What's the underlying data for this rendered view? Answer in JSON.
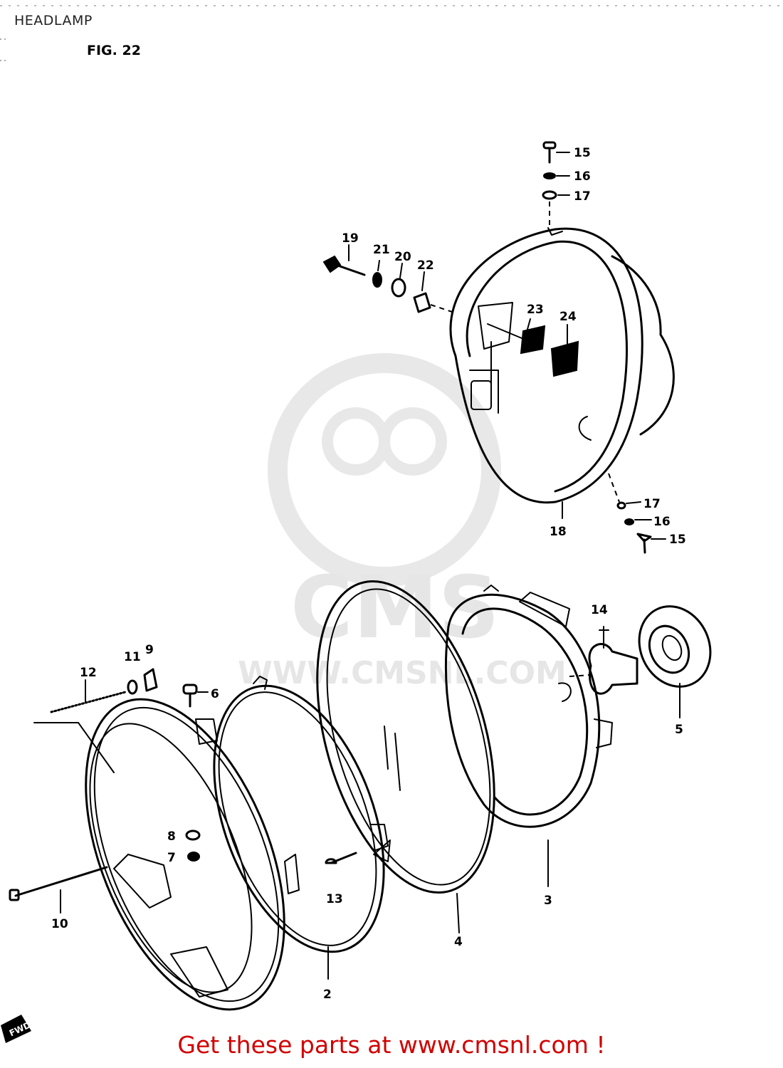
{
  "page": {
    "title": "HEADLAMP"
  },
  "figure": {
    "label": "FIG. 22"
  },
  "callouts": [
    {
      "id": "c15a",
      "text": "15"
    },
    {
      "id": "c16a",
      "text": "16"
    },
    {
      "id": "c17a",
      "text": "17"
    },
    {
      "id": "c19",
      "text": "19"
    },
    {
      "id": "c21",
      "text": "21"
    },
    {
      "id": "c20",
      "text": "20"
    },
    {
      "id": "c22",
      "text": "22"
    },
    {
      "id": "c23",
      "text": "23"
    },
    {
      "id": "c24",
      "text": "24"
    },
    {
      "id": "c17b",
      "text": "17"
    },
    {
      "id": "c16b",
      "text": "16"
    },
    {
      "id": "c15b",
      "text": "15"
    },
    {
      "id": "c18",
      "text": "18"
    },
    {
      "id": "c14",
      "text": "14"
    },
    {
      "id": "c5",
      "text": "5"
    },
    {
      "id": "c9",
      "text": "9"
    },
    {
      "id": "c11",
      "text": "11"
    },
    {
      "id": "c12",
      "text": "12"
    },
    {
      "id": "c6",
      "text": "6"
    },
    {
      "id": "c8",
      "text": "8"
    },
    {
      "id": "c7",
      "text": "7"
    },
    {
      "id": "c10",
      "text": "10"
    },
    {
      "id": "c13",
      "text": "13"
    },
    {
      "id": "c2",
      "text": "2"
    },
    {
      "id": "c4",
      "text": "4"
    },
    {
      "id": "c3",
      "text": "3"
    }
  ],
  "watermark": {
    "brand": "CMS",
    "url": "WWW.CMSNL.COM"
  },
  "direction_badge": {
    "text": "FWD"
  },
  "footer": {
    "text": "Get these parts at www.cmsnl.com !",
    "color": "#d10000"
  }
}
